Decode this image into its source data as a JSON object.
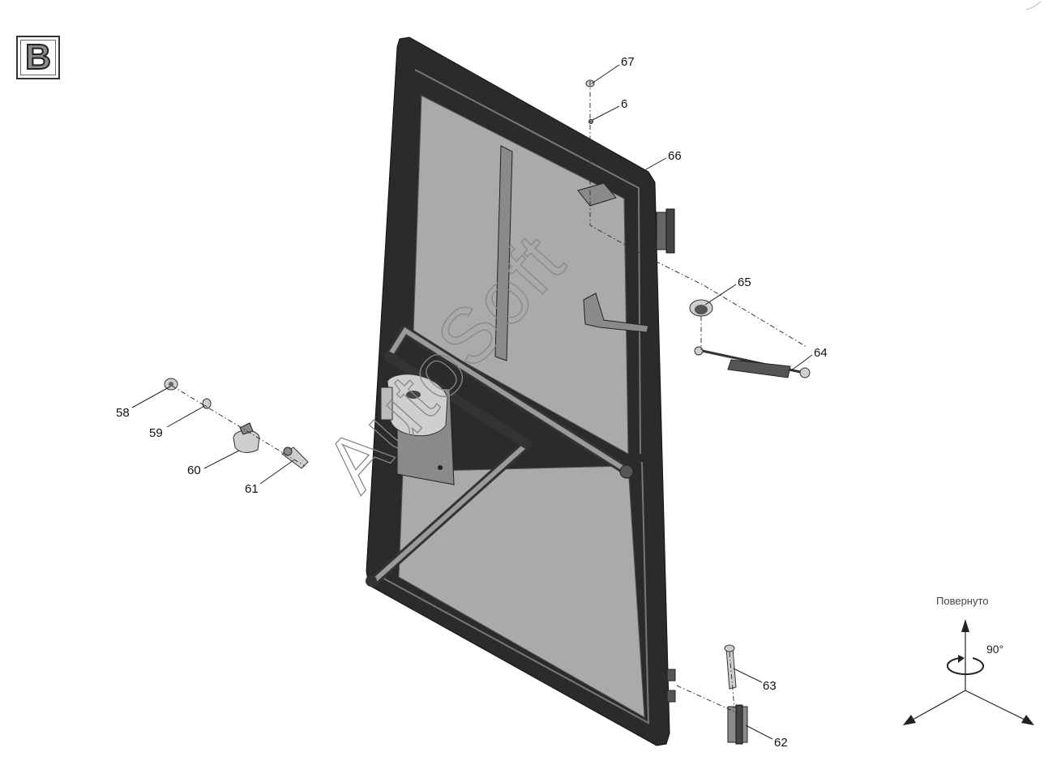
{
  "section_badge": {
    "letter": "B"
  },
  "watermark": {
    "text": "AutoSoft"
  },
  "callouts": {
    "c58": "58",
    "c59": "59",
    "c60": "60",
    "c61": "61",
    "c62": "62",
    "c63": "63",
    "c64": "64",
    "c65": "65",
    "c66": "66",
    "c67": "67",
    "c6": "6"
  },
  "rotation_indicator": {
    "label": "Повернуто",
    "angle": "90°"
  }
}
